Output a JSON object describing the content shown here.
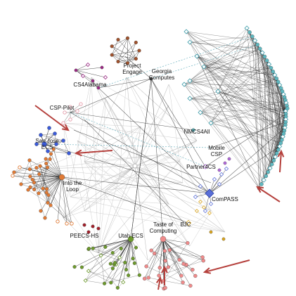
{
  "colors": {
    "teal": "#5fb8c0",
    "orange": "#e07a35",
    "blue": "#3b5bd9",
    "pink": "#e69aa8",
    "salmon": "#f08b8b",
    "green": "#6e9a2e",
    "brown": "#a0522d",
    "purple": "#9b2a84",
    "darkred": "#a0202a",
    "lavender": "#b06ad8",
    "gold": "#d9a520",
    "comp": "#5a6fd8",
    "arrow": "#b5403c",
    "edge_dark": "#222222",
    "edge_light": "#bdbdbd"
  },
  "labels": {
    "project_engage": "Project\nEngage",
    "georgia_computes": "Georgia\nComputes",
    "cs4alabama": "CS4Alabama",
    "csp_pilot": "CSP-Pilot",
    "san_jose_ecs": "San Jose\nECS",
    "into_the_loop": "Into the\nLoop",
    "nmcs4all": "NMCS4All",
    "mobile_csp": "Mobile\nCSP",
    "partner4cs": "Partner4CS",
    "compass": "ComPASS",
    "bjc": "BJC",
    "taste_of_computing": "Taste of\nComputing",
    "utah_ecs": "Utah ECS",
    "peecs_hs": "PEECS-HS"
  },
  "icons": {
    "arrow": "red-pointer-arrow-icon"
  }
}
